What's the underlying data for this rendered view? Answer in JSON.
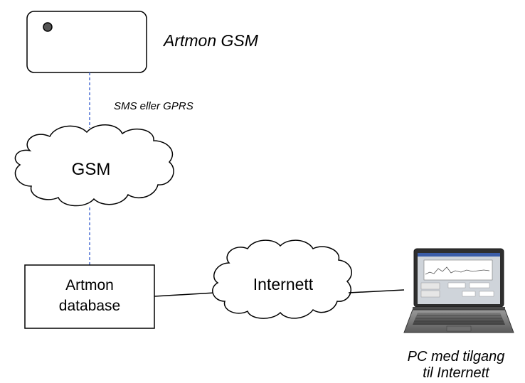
{
  "device": {
    "label": "Artmon GSM"
  },
  "link_device_gsm": {
    "label": "SMS eller GPRS"
  },
  "gsm_cloud": {
    "label": "GSM"
  },
  "database": {
    "line1": "Artmon",
    "line2": "database"
  },
  "internet_cloud": {
    "label": "Internett"
  },
  "pc": {
    "line1": "PC med tilgang",
    "line2": "til Internett"
  },
  "colors": {
    "dashed_link": "#4a6fd3",
    "solid_link": "#000000"
  }
}
